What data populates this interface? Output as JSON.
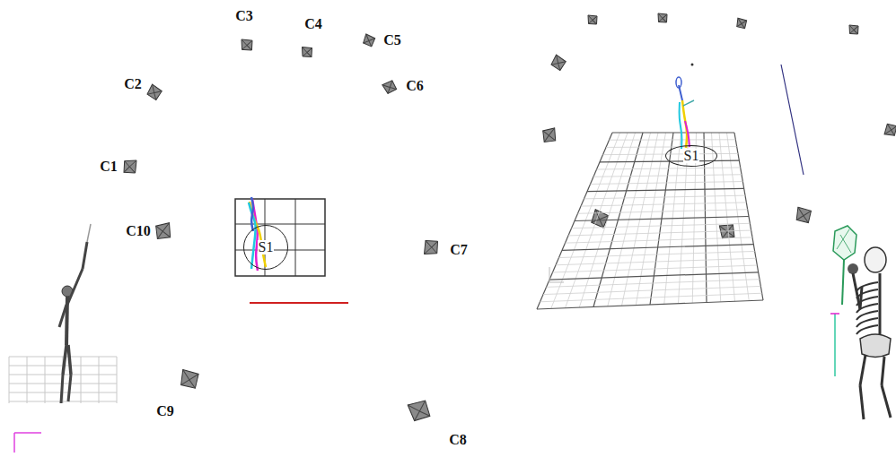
{
  "diagram": {
    "nodes": [
      {
        "text": [
          "S1"
        ]
      },
      {
        "text": [
          "S1"
        ]
      }
    ],
    "labels": [
      "C3",
      "C4",
      "C5",
      "C2",
      "C6",
      "C1",
      "C10",
      "C7",
      "C9",
      "C8"
    ]
  }
}
